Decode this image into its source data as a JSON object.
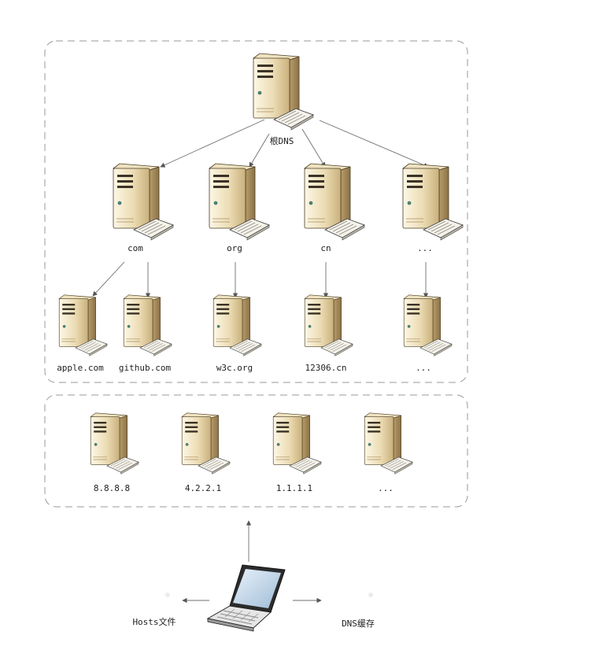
{
  "diagram": {
    "root": {
      "label": "根DNS"
    },
    "tlds": [
      {
        "id": "com",
        "label": "com"
      },
      {
        "id": "org",
        "label": "org"
      },
      {
        "id": "cn",
        "label": "cn"
      },
      {
        "id": "tld_more",
        "label": "..."
      }
    ],
    "domains": [
      {
        "id": "apple",
        "label": "apple.com",
        "parent": "com"
      },
      {
        "id": "github",
        "label": "github.com",
        "parent": "com"
      },
      {
        "id": "w3c",
        "label": "w3c.org",
        "parent": "org"
      },
      {
        "id": "12306",
        "label": "12306.cn",
        "parent": "cn"
      },
      {
        "id": "domain_more",
        "label": "...",
        "parent": "tld_more"
      }
    ],
    "resolvers": [
      {
        "id": "r1",
        "label": "8.8.8.8"
      },
      {
        "id": "r2",
        "label": "4.2.2.1"
      },
      {
        "id": "r3",
        "label": "1.1.1.1"
      },
      {
        "id": "r4",
        "label": "..."
      }
    ],
    "client": {
      "left_label": "Hosts文件",
      "right_label": "DNS缓存"
    }
  }
}
